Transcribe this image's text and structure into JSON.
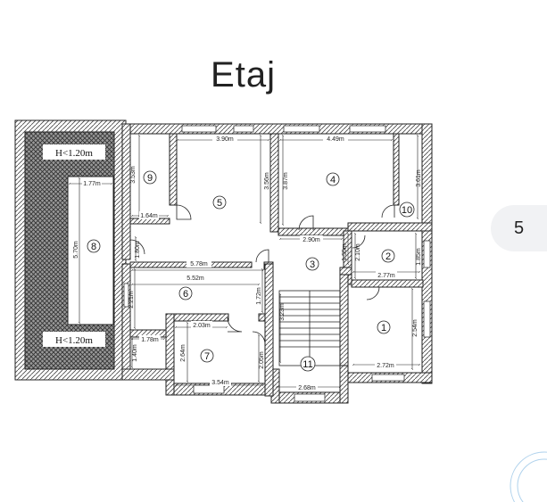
{
  "title": "Etaj",
  "page_number": "5",
  "terrace_labels": {
    "top": "H<1.20m",
    "bottom": "H<1.20m"
  },
  "rooms": [
    {
      "number": "1"
    },
    {
      "number": "2"
    },
    {
      "number": "3"
    },
    {
      "number": "4"
    },
    {
      "number": "5"
    },
    {
      "number": "6"
    },
    {
      "number": "7"
    },
    {
      "number": "8"
    },
    {
      "number": "9"
    },
    {
      "number": "10"
    },
    {
      "number": "11"
    }
  ],
  "dimensions": {
    "r5_width": "3.90m",
    "r4_width": "4.49m",
    "r5_height": "3.56m",
    "r4_height": "3.87m",
    "r10_height": "3.61m",
    "r9_height": "3.53m",
    "r9_width": "1.64m",
    "r8_width": "1.77m",
    "r8_height": "5.70m",
    "r8_door": "1.80m",
    "r3_width": "2.90m",
    "r3_h1": "1.55m",
    "r3_h2": "2.10m",
    "r2_height": "1.85m",
    "r2_width": "2.77m",
    "hall_width": "5.78m",
    "r6_width": "5.52m",
    "r6_height": "2.21m",
    "r6_right_height": "1.72m",
    "r7_top": "2.03m",
    "r7_left_small": "1.78m",
    "r7_left_h": "1.40m",
    "r7_h1": "2.64m",
    "r7_h2": "2.05m",
    "r7_width": "3.54m",
    "stair_height": "3.23m",
    "stair_width": "2.68m",
    "r1_height": "2.54m",
    "r1_width": "2.72m"
  }
}
